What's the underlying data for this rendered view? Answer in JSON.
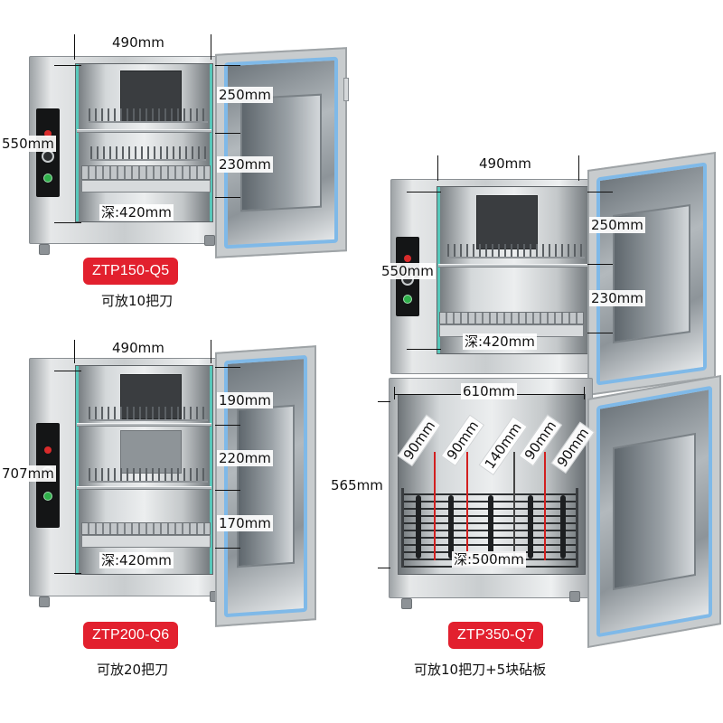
{
  "products": [
    {
      "model": "ZTP150-Q5",
      "caption": "可放10把刀",
      "dims": {
        "width": "490mm",
        "height": "550mm",
        "depth": "深:420mm",
        "top_gap": "250mm",
        "mid_gap": "230mm"
      }
    },
    {
      "model": "ZTP200-Q6",
      "caption": "可放20把刀",
      "dims": {
        "width": "490mm",
        "height": "707mm",
        "depth": "深:420mm",
        "top_gap": "190mm",
        "mid_gap": "220mm",
        "low_gap": "170mm"
      }
    },
    {
      "model": "ZTP350-Q7",
      "caption": "可放10把刀+5块砧板",
      "dims": {
        "width": "490mm",
        "height": "550mm",
        "depth": "深:420mm",
        "top_gap": "250mm",
        "mid_gap": "230mm",
        "lower_width": "610mm",
        "lower_height": "565mm",
        "lower_depth": "深:500mm",
        "slots": [
          "90mm",
          "90mm",
          "140mm",
          "90mm",
          "90mm"
        ]
      }
    }
  ],
  "colors": {
    "badge": "#e2202e",
    "glass_edge": "#7fb9e8",
    "glow": "#53d6c6"
  }
}
